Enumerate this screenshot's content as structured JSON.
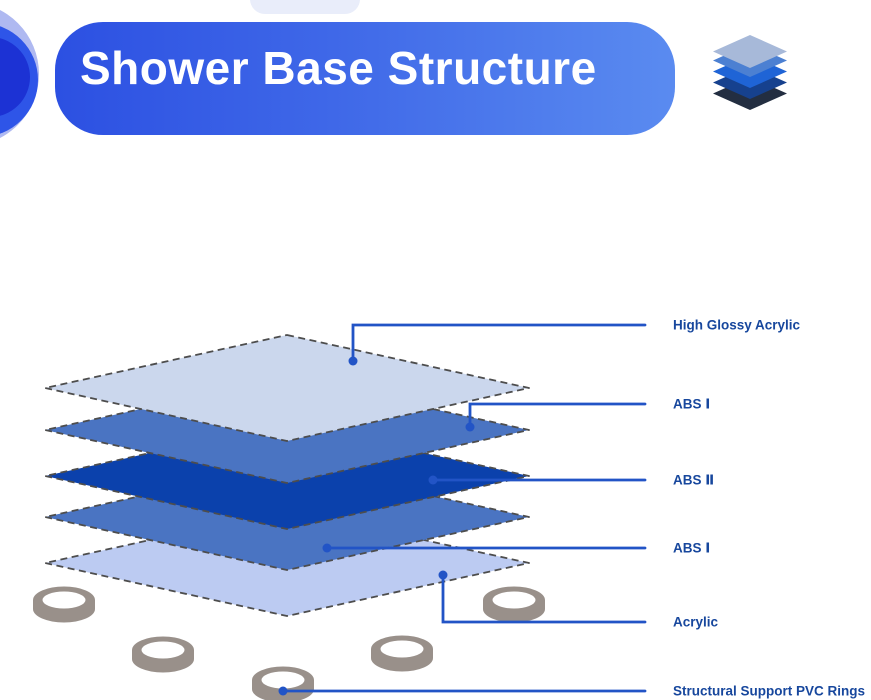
{
  "header": {
    "title": "Shower Base Structure"
  },
  "icon": {
    "name": "layers-icon",
    "colors": [
      "#a7b9d9",
      "#4c80d2",
      "#1f64d6",
      "#16418e",
      "#232e41"
    ]
  },
  "colors": {
    "banner_left": "#2c50e2",
    "banner_right": "#5a8bf0",
    "leader_line": "#2254c6",
    "label_text": "#17479d",
    "layer_outline": "#4d4d4d",
    "ring": "#99908a"
  },
  "diagram": {
    "layers": [
      {
        "label": "High Glossy Acrylic",
        "color": "#cbd7ed"
      },
      {
        "label": "ABS Ⅰ",
        "color": "#4a74c2"
      },
      {
        "label": "ABS Ⅱ",
        "color": "#0b41ac"
      },
      {
        "label": "ABS Ⅰ",
        "color": "#4a74c2"
      },
      {
        "label": "Acrylic",
        "color": "#bccbf2"
      }
    ],
    "support_label": "Structural Support PVC Rings",
    "ring_count": 5
  }
}
